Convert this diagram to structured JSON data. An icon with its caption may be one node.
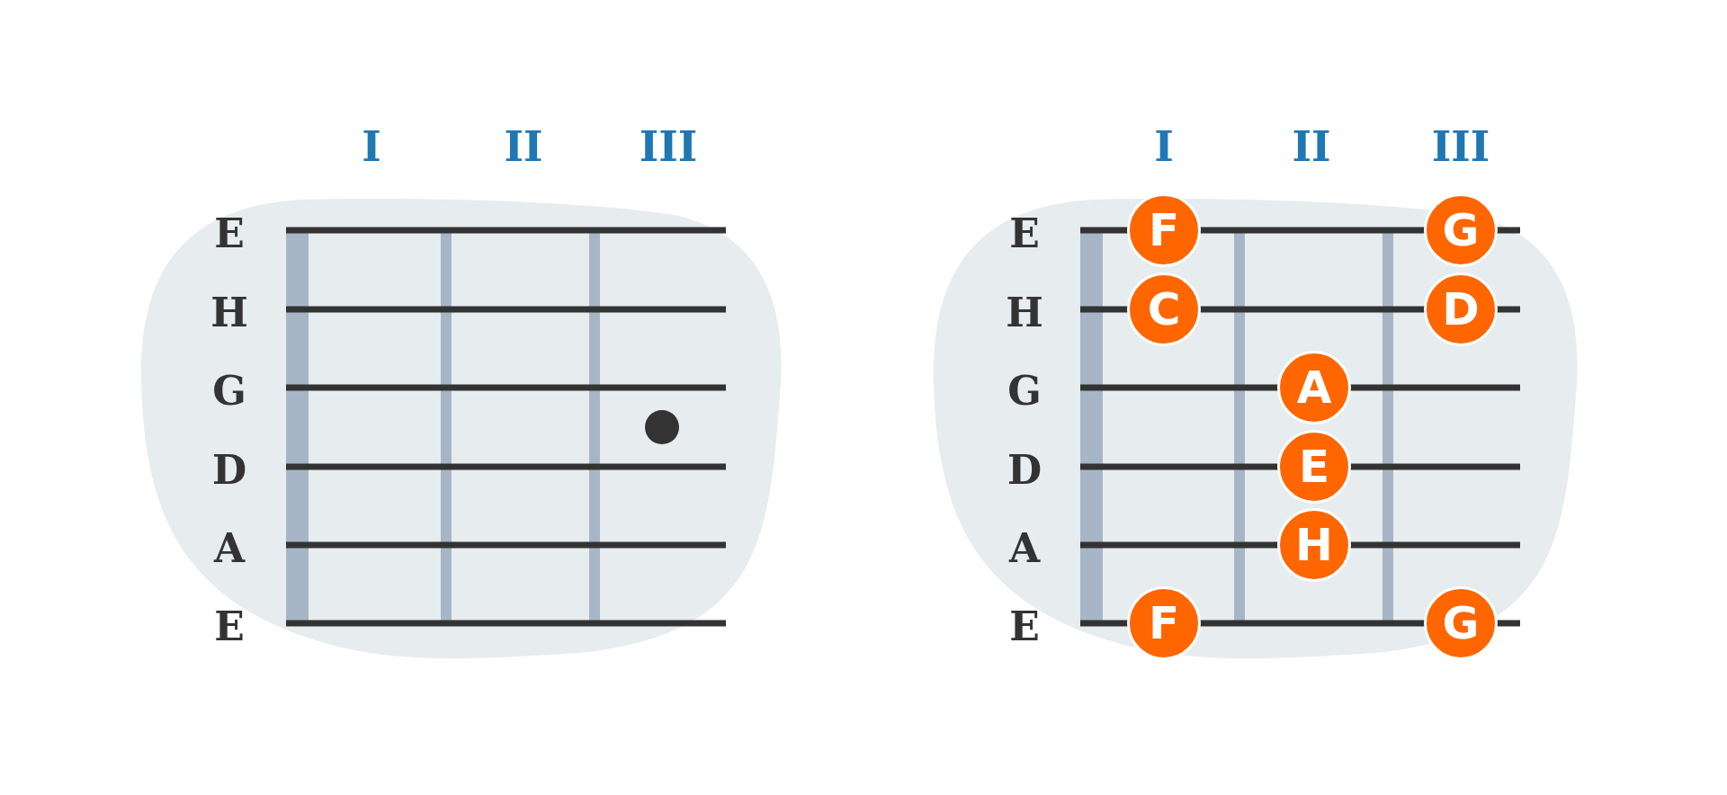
{
  "diagram": {
    "nodes": [
      {
        "text": [],
        "shape": "circle"
      },
      {
        "text": [
          "F"
        ]
      },
      {
        "text": [
          "G"
        ]
      },
      {
        "text": [
          "C"
        ]
      },
      {
        "text": [
          "D"
        ]
      },
      {
        "text": [
          "A"
        ]
      },
      {
        "text": [
          "E"
        ]
      },
      {
        "text": [
          "H"
        ]
      },
      {
        "text": [
          "F"
        ]
      },
      {
        "text": [
          "G"
        ]
      }
    ],
    "labels": [
      "I",
      "II",
      "III",
      "E",
      "H",
      "G",
      "D",
      "A",
      "E",
      "I",
      "II",
      "III",
      "E",
      "H",
      "G",
      "D",
      "A",
      "E"
    ]
  }
}
